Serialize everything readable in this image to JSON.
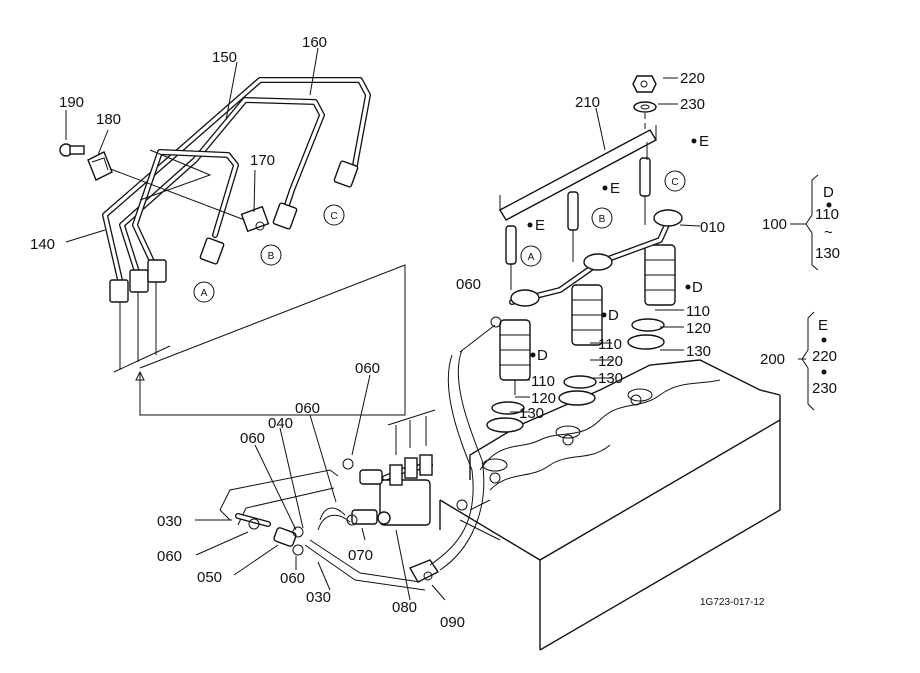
{
  "diagram": {
    "part_labels": {
      "p010": "010",
      "p030a": "030",
      "p030b": "030",
      "p040": "040",
      "p050": "050",
      "p060a": "060",
      "p060b": "060",
      "p060c": "060",
      "p060d": "060",
      "p060e": "060",
      "p060f": "060",
      "p070": "070",
      "p080": "080",
      "p090": "090",
      "p110a": "110",
      "p110b": "110",
      "p110c": "110",
      "p120a": "120",
      "p120b": "120",
      "p120c": "120",
      "p130a": "130",
      "p130b": "130",
      "p130c": "130",
      "p140": "140",
      "p150": "150",
      "p160": "160",
      "p170": "170",
      "p180": "180",
      "p190": "190",
      "p210": "210",
      "p220": "220",
      "p230": "230"
    },
    "callouts": {
      "A1": "A",
      "B1": "B",
      "C1": "C",
      "A2": "A",
      "B2": "B",
      "C2": "C"
    },
    "markers": {
      "D1": "D",
      "D2": "D",
      "D3": "D",
      "E1": "E",
      "E2": "E",
      "E3": "E"
    },
    "groups": {
      "g100": {
        "number": "100",
        "head": "D",
        "first": "110",
        "tilde": "~",
        "last": "130"
      },
      "g200": {
        "number": "200",
        "head": "E",
        "first": "220",
        "last": "230"
      }
    },
    "drawing_number": "1G723-017-12",
    "colors": {
      "ink": "#111111",
      "paper": "#ffffff"
    }
  }
}
